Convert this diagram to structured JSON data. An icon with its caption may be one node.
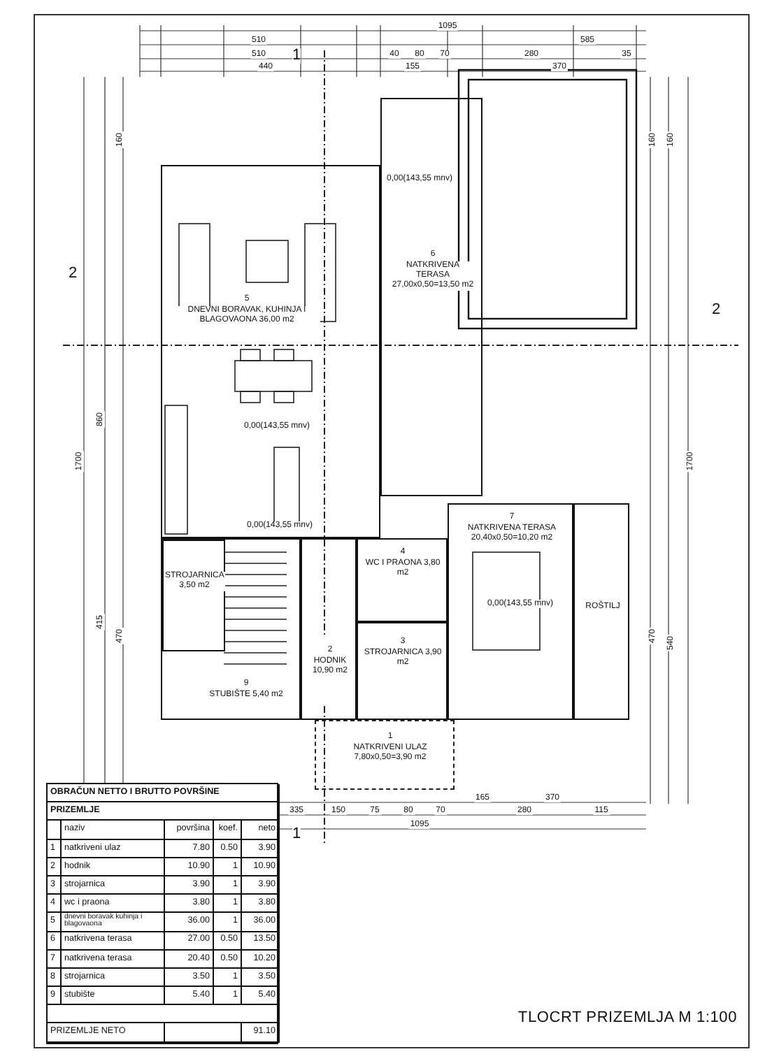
{
  "diagram": {
    "title": "TLOCRT PRIZEMLJA M 1:100",
    "nodes": [
      {
        "text": [
          "5",
          "DNEVNI BORAVAK, KUHINJA I BLAGOVAONA 36,00 m2"
        ]
      },
      {
        "text": [
          "6",
          "NATKRIVENA TERASA 27,00x0,50=13,50 m2"
        ]
      },
      {
        "text": [
          "STROJARNICA 3,50 m2"
        ],
        "in": 6
      },
      {
        "text": [
          "4",
          "WC I PRAONA 3,80 m2"
        ]
      },
      {
        "text": [
          "7",
          "NATKRIVENA TERASA 20,40x0,50=10,20 m2"
        ]
      },
      {
        "text": [
          "ROŠTILJ"
        ]
      },
      {
        "text": [
          "9",
          "STUBIŠTE 5,40 m2"
        ]
      },
      {
        "text": [
          "2",
          "HODNIK 10,90 m2"
        ]
      },
      {
        "text": [
          "3",
          "STROJARNICA 3,90 m2"
        ]
      },
      {
        "text": [
          "1",
          "NATKRIVENI ULAZ 7,80x0,50=3,90 m2"
        ]
      }
    ],
    "labels": [
      "1095",
      "510",
      "585",
      "510",
      "40",
      "80",
      "70",
      "280",
      "35",
      "440",
      "155",
      "370",
      "1",
      "2",
      "2",
      "1",
      "0,00(143,55 mnv)",
      "0,00(143,55 mnv)",
      "0,00(143,55 mnv)",
      "0,00(143,55 mnv)",
      "165",
      "370",
      "335",
      "150",
      "75",
      "80",
      "70",
      "280",
      "115",
      "1095",
      "1700",
      "860",
      "415",
      "470",
      "160",
      "1700",
      "540",
      "470",
      "160",
      "160",
      "OBRAČUN NETTO I BRUTTO POVRŠINE",
      "PRIZEMLJE",
      "naziv",
      "površina",
      "koef.",
      "neto",
      "1",
      "natkriveni ulaz",
      "7.80",
      "0.50",
      "3.90",
      "2",
      "hodnik",
      "10.90",
      "1",
      "10.90",
      "3",
      "strojarnica",
      "3.90",
      "1",
      "3.90",
      "4",
      "wc i praona",
      "3.80",
      "1",
      "3.80",
      "5",
      "dnevni boravak kuhinja i blagovaona",
      "36.00",
      "1",
      "36.00",
      "6",
      "natkrivena terasa",
      "27.00",
      "0.50",
      "13.50",
      "7",
      "natkrivena terasa",
      "20.40",
      "0.50",
      "10.20",
      "8",
      "strojarnica",
      "3.50",
      "1",
      "3.50",
      "9",
      "stubište",
      "5.40",
      "1",
      "5.40",
      "PRIZEMLJE NETO",
      "91.10"
    ]
  }
}
